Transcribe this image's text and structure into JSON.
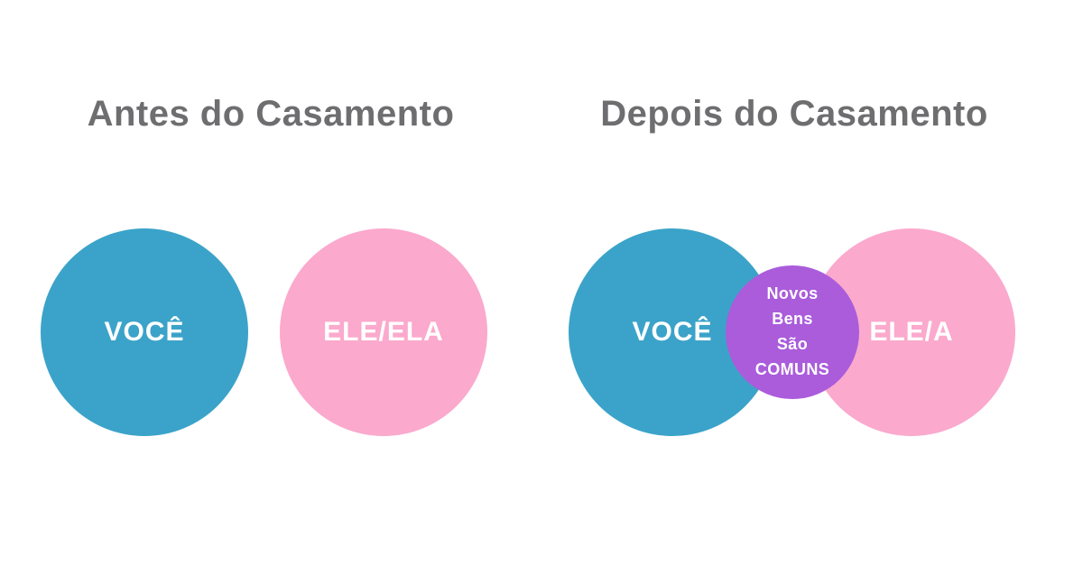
{
  "before": {
    "title": "Antes do Casamento",
    "you_label": "VOCÊ",
    "partner_label": "ELE/ELA"
  },
  "after": {
    "title": "Depois do Casamento",
    "you_label": "VOCÊ",
    "partner_label": "ELE/A",
    "overlap_lines": [
      "Novos",
      "Bens",
      "São",
      "COMUNS"
    ]
  },
  "colors": {
    "you_circle": "#3BA3C9",
    "partner_circle": "#FBA9CD",
    "overlap_circle": "#AA5CDB",
    "title_text": "#6E6E70",
    "circle_text": "#FFFFFF",
    "background": "#FFFFFF"
  }
}
